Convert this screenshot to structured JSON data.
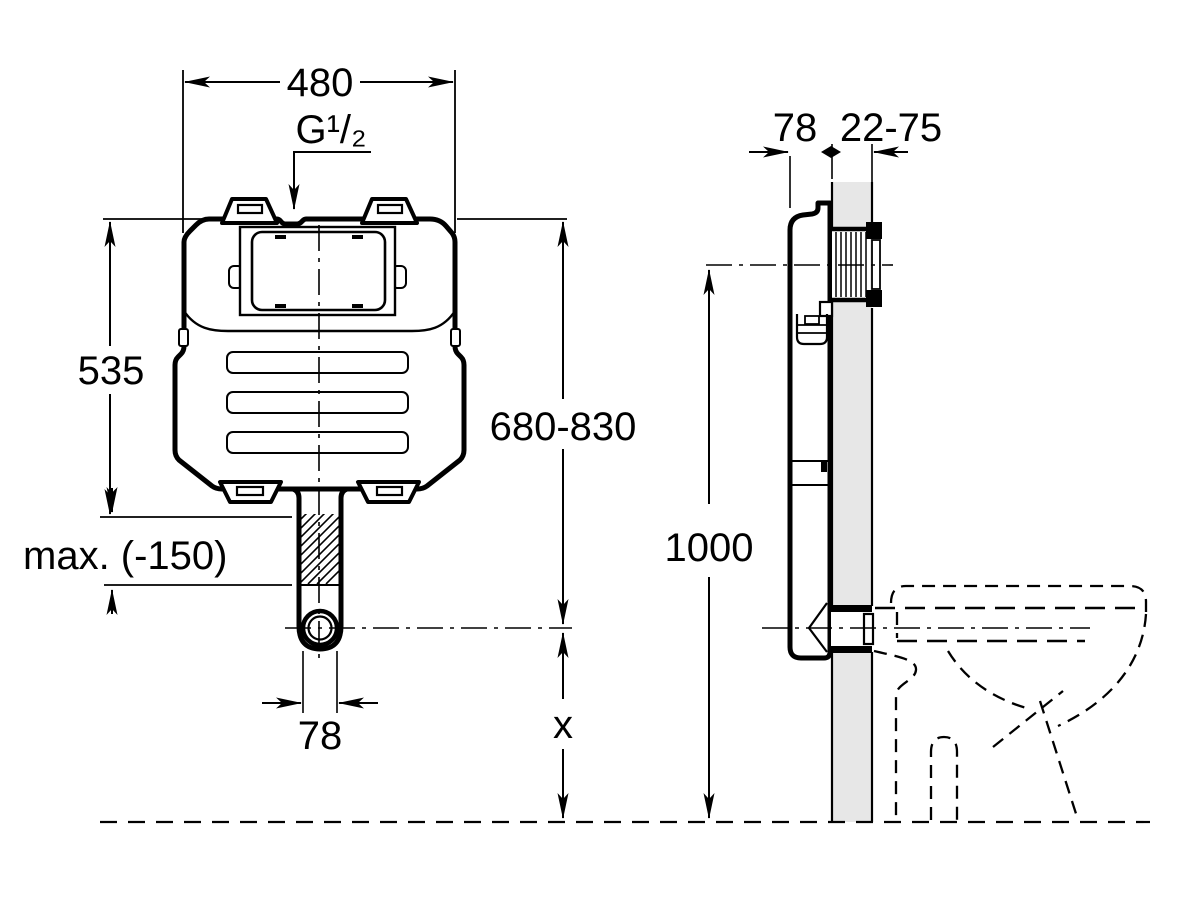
{
  "diagram": {
    "title": "Concealed cistern installation drawing",
    "background_color": "#ffffff",
    "line_color": "#000000",
    "wall_fill_color": "#e7e7e7",
    "views": [
      "front view",
      "side view"
    ]
  },
  "front_view": {
    "labels": {
      "width": "480",
      "inlet_thread": "G¹/₂",
      "tank_height": "535",
      "pipe_cut_max": "max. (-150)",
      "height_range": "680-830",
      "pipe_width": "78",
      "outlet_to_floor": "x"
    }
  },
  "side_view": {
    "labels": {
      "depth": "78",
      "wall_thickness_range": "22-75",
      "inlet_height": "1000"
    }
  }
}
